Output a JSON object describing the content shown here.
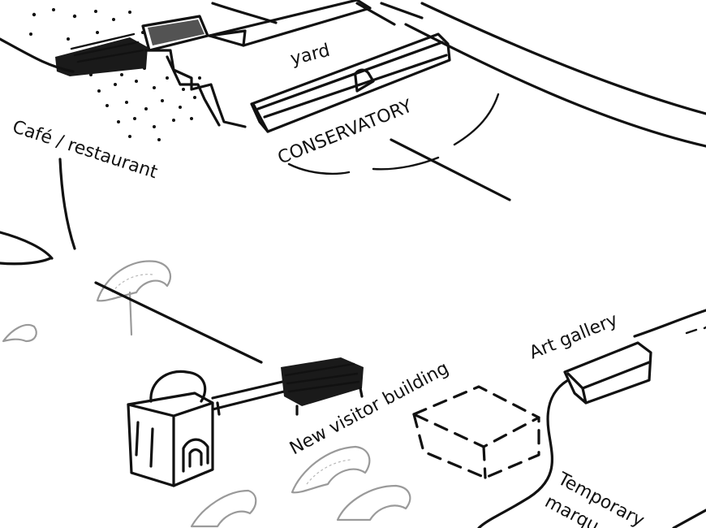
{
  "labels": {
    "yard": "yard",
    "conservatory": "CONSERVATORY",
    "cafe": "Café / restaurant",
    "visitor": "New visitor building",
    "gallery": "Art gallery",
    "temporary": "Temporary",
    "marquee": "marqu"
  }
}
